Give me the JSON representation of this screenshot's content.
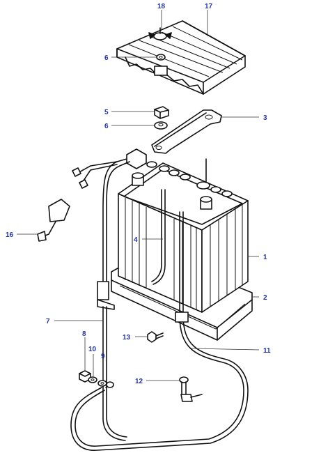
{
  "diagram": {
    "colors": {
      "label": "#2233aa",
      "line": "#111111"
    },
    "labels": {
      "p1": "1",
      "p2": "2",
      "p3": "3",
      "p4": "4",
      "p5": "5",
      "p6a": "6",
      "p6b": "6",
      "p7": "7",
      "p8": "8",
      "p9": "9",
      "p10": "10",
      "p11": "11",
      "p12": "12",
      "p13": "13",
      "p16": "16",
      "p17": "17",
      "p18": "18"
    }
  }
}
